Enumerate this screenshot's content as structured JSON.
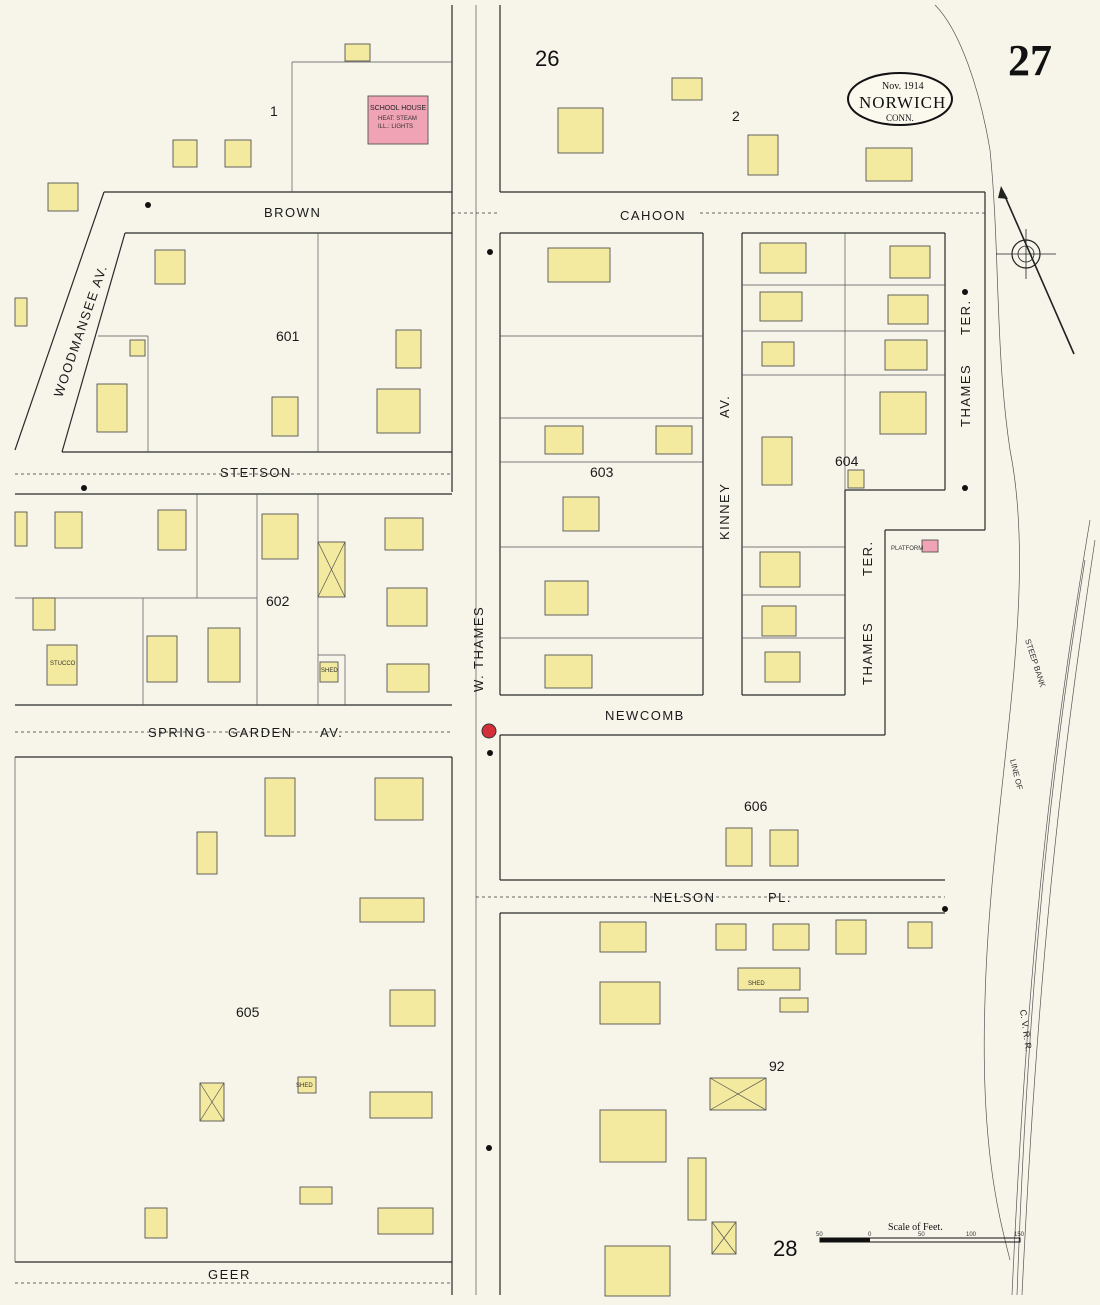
{
  "header": {
    "sheet_number": "27",
    "city": "NORWICH",
    "state": "CONN.",
    "date": "Nov. 1914",
    "adjacent_sheet_top": "26",
    "adjacent_sheet_bottom": "28"
  },
  "streets": {
    "brown": "BROWN",
    "cahoon": "CAHOON",
    "stetson": "STETSON",
    "spring": "SPRING",
    "garden": "GARDEN",
    "av": "AV.",
    "newcomb": "NEWCOMB",
    "nelson": "NELSON",
    "pl": "PL.",
    "geer": "GEER",
    "woodmansee": "WOODMANSEE AV.",
    "w_thames": "W. THAMES",
    "kinney": "KINNEY",
    "kinney_av": "AV.",
    "thames_ter_upper_a": "THAMES",
    "thames_ter_upper_b": "TER.",
    "thames_ter_lower_a": "THAMES",
    "thames_ter_lower_b": "TER."
  },
  "blocks": {
    "b1": "1",
    "b2": "2",
    "b92": "92",
    "b601": "601",
    "b602": "602",
    "b603": "603",
    "b604": "604",
    "b605": "605",
    "b606": "606"
  },
  "labels": {
    "school_house": "SCHOOL HOUSE",
    "school_sub1": "HEAT: STEAM",
    "school_sub2": "ILL.: LIGHTS",
    "shed1": "SHED",
    "shed2": "SHED",
    "shed3": "SHED",
    "stucco": "STUCCO",
    "platform": "PLATFORM",
    "steep_bank": "STEEP BANK",
    "line_of": "LINE OF",
    "railroad": "C. V. R. R.",
    "scale_title": "Scale of Feet.",
    "scale_ticks": [
      "50",
      "0",
      "50",
      "100",
      "150"
    ]
  },
  "colors": {
    "frame_dwelling": "#f3eaa0",
    "brick_building": "#efa3b4",
    "paper": "#f7f4ea",
    "hydrant": "#d4303a"
  },
  "icons": [
    "compass-rose-icon",
    "fire-hydrant-icon"
  ]
}
